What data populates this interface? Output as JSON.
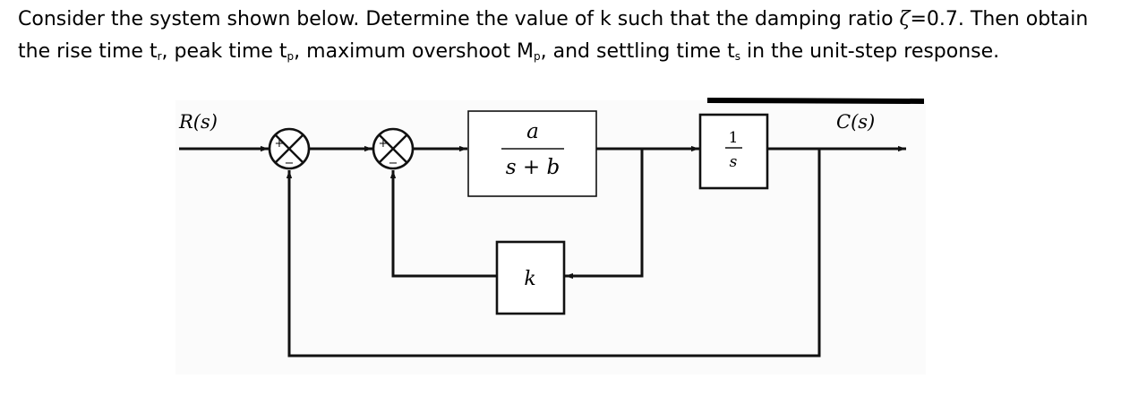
{
  "question": {
    "text_1": "Consider the system shown below. Determine the value of k such that the damping ratio ",
    "zeta": "ζ",
    "text_2": "=0.7. Then obtain the rise time t",
    "sub_r": "r",
    "text_3": ", peak time t",
    "sub_p": "p",
    "text_4": ", maximum overshoot M",
    "sub_mp": "p",
    "text_5": ", and settling time t",
    "sub_s": "s",
    "text_6": " in the unit-step response."
  },
  "diagram": {
    "input_label": "R(s)",
    "output_label": "C(s)",
    "sum1_plus": "+",
    "sum1_minus": "−",
    "sum2_plus": "+",
    "sum2_minus": "−",
    "plant_numerator": "a",
    "plant_denominator": "s + b",
    "integrator_numerator": "1",
    "integrator_denominator": "s",
    "feedback_gain": "k"
  }
}
